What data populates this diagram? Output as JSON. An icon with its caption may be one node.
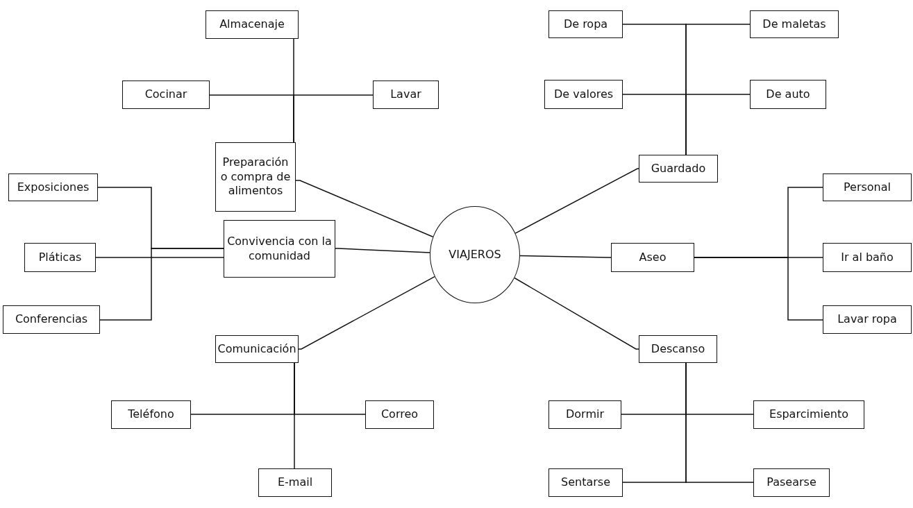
{
  "diagram": {
    "nodes": [
      {
        "text": [
          "VIAJEROS"
        ]
      },
      {
        "text": [
          "Preparación o compra de alimentos"
        ]
      },
      {
        "text": [
          "Almacenaje"
        ]
      },
      {
        "text": [
          "Cocinar"
        ]
      },
      {
        "text": [
          "Lavar"
        ]
      },
      {
        "text": [
          "Guardado"
        ]
      },
      {
        "text": [
          "De ropa"
        ]
      },
      {
        "text": [
          "De maletas"
        ]
      },
      {
        "text": [
          "De valores"
        ]
      },
      {
        "text": [
          "De auto"
        ]
      },
      {
        "text": [
          "Convivencia con la comunidad"
        ]
      },
      {
        "text": [
          "Exposiciones"
        ]
      },
      {
        "text": [
          "Pláticas"
        ]
      },
      {
        "text": [
          "Conferencias"
        ]
      },
      {
        "text": [
          "Aseo"
        ]
      },
      {
        "text": [
          "Personal"
        ]
      },
      {
        "text": [
          "Ir al baño"
        ]
      },
      {
        "text": [
          "Lavar ropa"
        ]
      },
      {
        "text": [
          "Comunicación"
        ]
      },
      {
        "text": [
          "Teléfono"
        ]
      },
      {
        "text": [
          "Correo"
        ]
      },
      {
        "text": [
          "E-mail"
        ]
      },
      {
        "text": [
          "Descanso"
        ]
      },
      {
        "text": [
          "Dormir"
        ]
      },
      {
        "text": [
          "Esparcimiento"
        ]
      },
      {
        "text": [
          "Sentarse"
        ]
      },
      {
        "text": [
          "Pasearse"
        ]
      }
    ],
    "edges": [
      {
        "from": 0,
        "to": 1,
        "arrow": "none"
      },
      {
        "from": 0,
        "to": 5,
        "arrow": "none"
      },
      {
        "from": 0,
        "to": 10,
        "arrow": "none"
      },
      {
        "from": 0,
        "to": 14,
        "arrow": "none"
      },
      {
        "from": 0,
        "to": 18,
        "arrow": "none"
      },
      {
        "from": 0,
        "to": 22,
        "arrow": "none"
      },
      {
        "from": 1,
        "to": 2,
        "arrow": "none"
      },
      {
        "from": 1,
        "to": 3,
        "arrow": "none"
      },
      {
        "from": 1,
        "to": 4,
        "arrow": "none"
      },
      {
        "from": 5,
        "to": 6,
        "arrow": "none"
      },
      {
        "from": 5,
        "to": 7,
        "arrow": "none"
      },
      {
        "from": 5,
        "to": 8,
        "arrow": "none"
      },
      {
        "from": 5,
        "to": 9,
        "arrow": "none"
      },
      {
        "from": 10,
        "to": 11,
        "arrow": "none"
      },
      {
        "from": 10,
        "to": 12,
        "arrow": "none"
      },
      {
        "from": 10,
        "to": 13,
        "arrow": "none"
      },
      {
        "from": 14,
        "to": 15,
        "arrow": "none"
      },
      {
        "from": 14,
        "to": 16,
        "arrow": "none"
      },
      {
        "from": 14,
        "to": 17,
        "arrow": "none"
      },
      {
        "from": 18,
        "to": 19,
        "arrow": "none"
      },
      {
        "from": 18,
        "to": 20,
        "arrow": "none"
      },
      {
        "from": 18,
        "to": 21,
        "arrow": "none"
      },
      {
        "from": 22,
        "to": 23,
        "arrow": "none"
      },
      {
        "from": 22,
        "to": 24,
        "arrow": "none"
      },
      {
        "from": 22,
        "to": 25,
        "arrow": "none"
      },
      {
        "from": 22,
        "to": 26,
        "arrow": "none"
      }
    ]
  }
}
